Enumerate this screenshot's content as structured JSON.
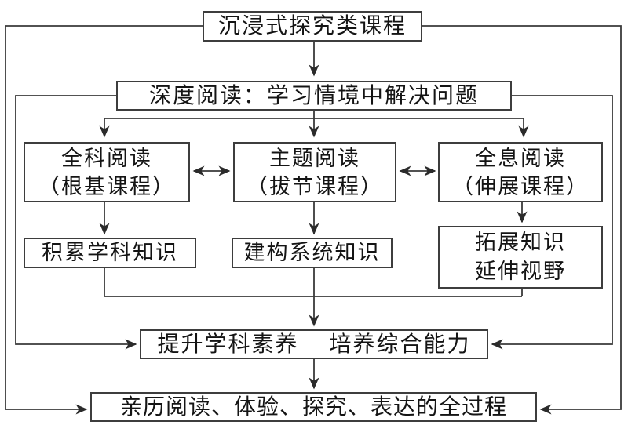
{
  "diagram": {
    "colors": {
      "line": "#333333",
      "box_border": "#3d3d3d",
      "background": "#ffffff",
      "text": "#141414"
    },
    "nodes": {
      "immersive": {
        "label": "沉浸式探究类课程"
      },
      "deep_reading": {
        "label": "深度阅读：学习情境中解决问题"
      },
      "quanke": {
        "line1": "全科阅读",
        "line2": "（根基课程）"
      },
      "zhuti": {
        "line1": "主题阅读",
        "line2": "（拔节课程）"
      },
      "quanxi": {
        "line1": "全息阅读",
        "line2": "（伸展课程）"
      },
      "jilei": {
        "label": "积累学科知识"
      },
      "jiangou": {
        "label": "建构系统知识"
      },
      "tuozhan": {
        "line1": "拓展知识",
        "line2": "延伸视野"
      },
      "tisheng": {
        "label": "提升学科素养　 培养综合能力"
      },
      "full_process": {
        "label": "亲历阅读、体验、探究、表达的全过程"
      }
    },
    "edges": [
      {
        "from": "immersive",
        "to": "deep_reading",
        "type": "arrow-down"
      },
      {
        "from": "deep_reading",
        "to": "quanke",
        "type": "arrow-branch"
      },
      {
        "from": "deep_reading",
        "to": "zhuti",
        "type": "arrow-branch"
      },
      {
        "from": "deep_reading",
        "to": "quanxi",
        "type": "arrow-branch"
      },
      {
        "from": "quanke",
        "to": "zhuti",
        "type": "double-arrow"
      },
      {
        "from": "zhuti",
        "to": "quanxi",
        "type": "double-arrow"
      },
      {
        "from": "quanke",
        "to": "jilei",
        "type": "arrow-down"
      },
      {
        "from": "zhuti",
        "to": "jiangou",
        "type": "arrow-down"
      },
      {
        "from": "quanxi",
        "to": "tuozhan",
        "type": "arrow-down"
      },
      {
        "from": "jilei",
        "to": "tisheng",
        "type": "merge-arrow"
      },
      {
        "from": "jiangou",
        "to": "tisheng",
        "type": "merge-arrow"
      },
      {
        "from": "tuozhan",
        "to": "tisheng",
        "type": "merge-arrow"
      },
      {
        "from": "deep_reading",
        "to": "tisheng",
        "type": "loop-left-inner"
      },
      {
        "from": "deep_reading",
        "to": "tisheng",
        "type": "loop-right-inner"
      },
      {
        "from": "immersive",
        "to": "full_process",
        "type": "loop-left-outer"
      },
      {
        "from": "immersive",
        "to": "full_process",
        "type": "loop-right-outer"
      },
      {
        "from": "tisheng",
        "to": "full_process",
        "type": "arrow-down"
      }
    ]
  }
}
